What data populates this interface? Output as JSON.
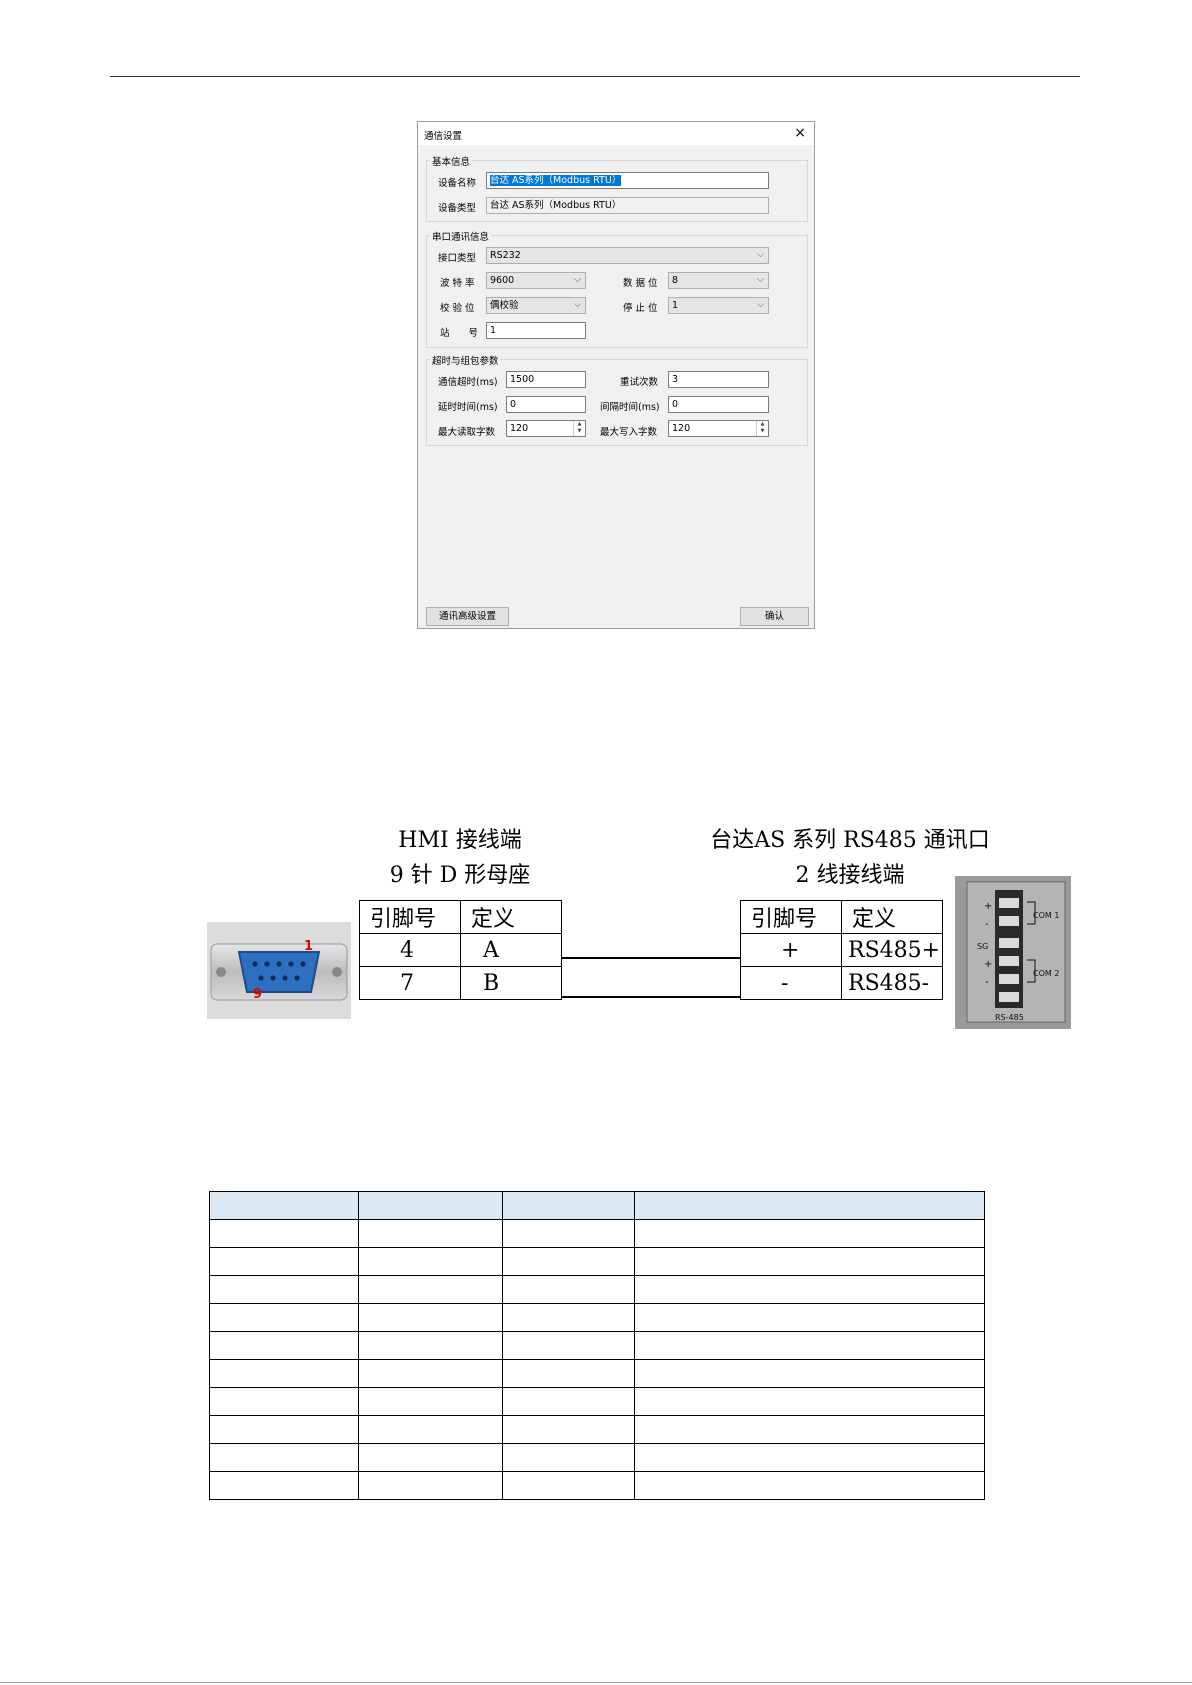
{
  "dialog": {
    "title": "通信设置",
    "close_glyph": "×",
    "basic": {
      "title": "基本信息",
      "device_name_label": "设备名称",
      "device_name_value": "台达 AS系列（Modbus RTU）",
      "device_type_label": "设备类型",
      "device_type_value": "台达 AS系列（Modbus RTU）"
    },
    "serial": {
      "title": "串口通讯信息",
      "interface_label": "接口类型",
      "interface_value": "RS232",
      "baud_label": "波 特 率",
      "baud_value": "9600",
      "databits_label": "数 据 位",
      "databits_value": "8",
      "parity_label": "校 验 位",
      "parity_value": "偶校验",
      "stopbits_label": "停 止 位",
      "stopbits_value": "1",
      "station_label": "站　　号",
      "station_value": "1"
    },
    "timeout": {
      "title": "超时与组包参数",
      "comm_timeout_label": "通信超时(ms)",
      "comm_timeout_value": "1500",
      "retry_label": "重试次数",
      "retry_value": "3",
      "delay_label": "延时时间(ms)",
      "delay_value": "0",
      "interval_label": "间隔时间(ms)",
      "interval_value": "0",
      "max_read_label": "最大读取字数",
      "max_read_value": "120",
      "max_write_label": "最大写入字数",
      "max_write_value": "120"
    },
    "advanced_button": "通讯高级设置",
    "ok_button": "确认",
    "chevron": "⌵",
    "spin_up": "▲",
    "spin_down": "▼"
  },
  "wiring": {
    "left_title_1": "HMI 接线端",
    "left_title_2": "9 针 D 形母座",
    "right_title_1": "台达AS 系列 RS485 通讯口",
    "right_title_2": "2 线接线端",
    "col_pin": "引脚号",
    "col_def": "定义",
    "left_rows": [
      {
        "pin": "4",
        "def": "A"
      },
      {
        "pin": "7",
        "def": "B"
      }
    ],
    "right_rows": [
      {
        "pin": "+",
        "def": "RS485+"
      },
      {
        "pin": "-",
        "def": "RS485-"
      }
    ],
    "connector": {
      "pin1": "1",
      "pin9": "9"
    },
    "terminal": {
      "com1": "COM 1",
      "com2": "COM 2",
      "sg": "SG",
      "rs485": "RS-485",
      "signs": [
        "+",
        "-",
        "+",
        "-"
      ]
    }
  }
}
